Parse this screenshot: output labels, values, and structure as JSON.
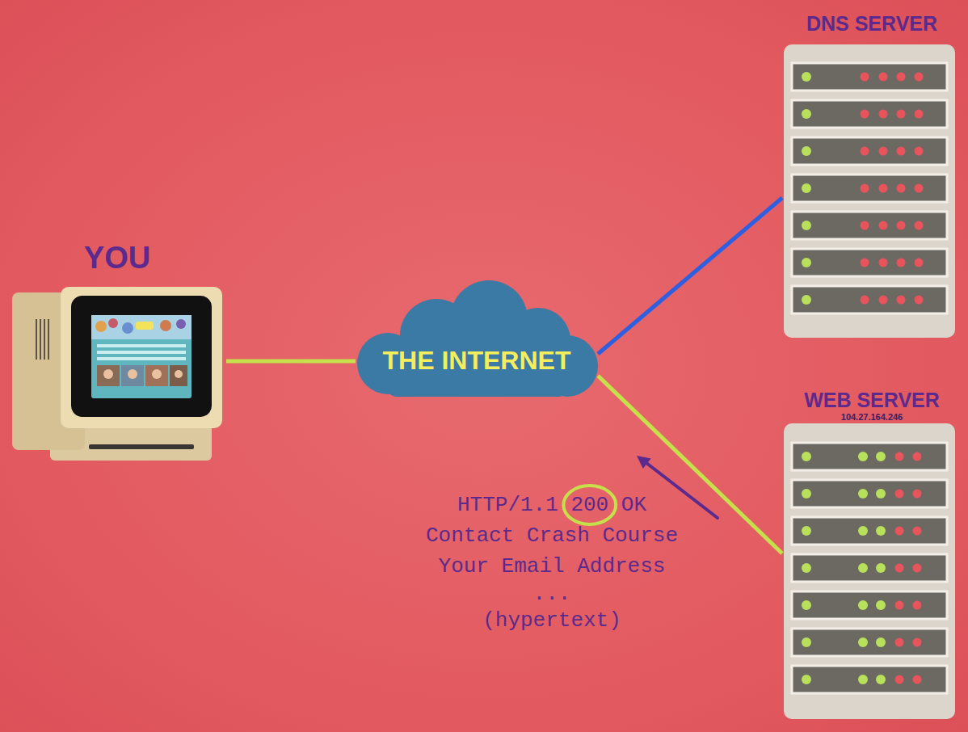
{
  "diagram": {
    "nodes": [
      {
        "text": [
          "DNS SERVER"
        ]
      },
      {
        "text": [
          "YOU"
        ]
      },
      {
        "text": [
          "THE INTERNET"
        ]
      },
      {
        "text": [
          "WEB SERVER",
          "104.27.164.246"
        ]
      }
    ],
    "edges": [
      {
        "from": 1,
        "to": 2,
        "arrow": "none"
      },
      {
        "from": 2,
        "to": 0,
        "arrow": "none"
      },
      {
        "from": 3,
        "to": 2,
        "arrow": "none"
      }
    ],
    "labels": [
      "HTTP/1.1 200 OK",
      "Contact Crash Course",
      "Your Email Address",
      "...",
      "(hypertext)"
    ]
  }
}
